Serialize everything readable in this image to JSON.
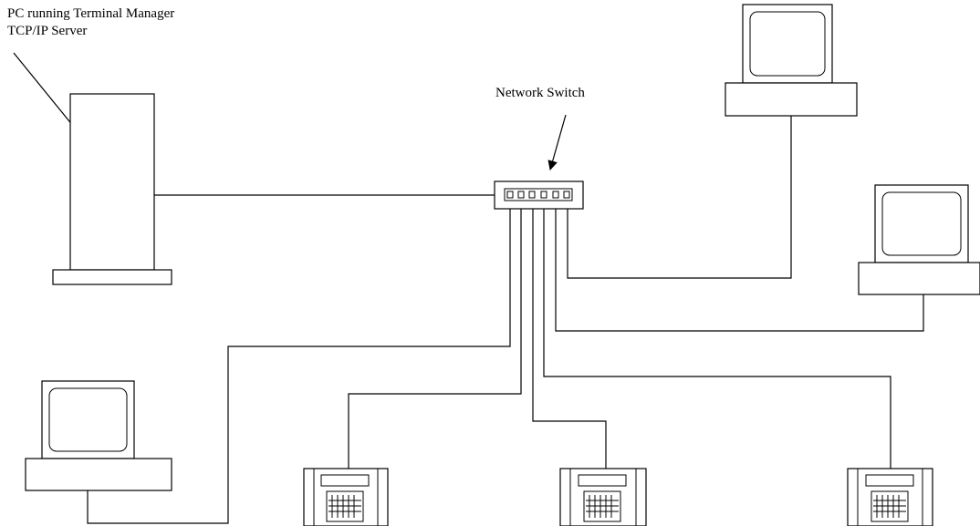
{
  "labels": {
    "server_line1": "PC running Terminal Manager",
    "server_line2": "TCP/IP Server",
    "switch": "Network Switch"
  },
  "icons": {
    "server": "tower-server-icon",
    "switch": "network-switch-icon",
    "workstation": "desktop-computer-icon",
    "terminal": "time-clock-terminal-icon"
  },
  "colors": {
    "stroke": "#000000",
    "background": "#ffffff"
  }
}
